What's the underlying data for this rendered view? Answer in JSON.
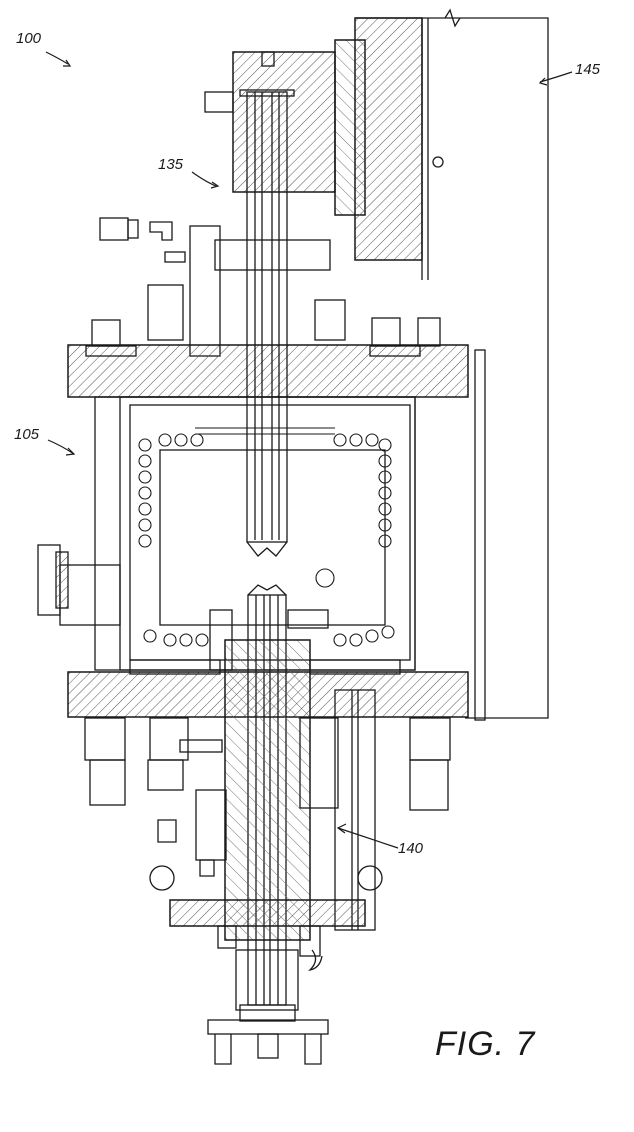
{
  "figure": {
    "caption": "FIG. 7",
    "refs": {
      "assembly": "100",
      "lower_assembly": "105",
      "upper_rod": "135",
      "lower_rod": "140",
      "frame": "145"
    }
  },
  "colors": {
    "ink": "#1a1a1a",
    "hatch": "#555555",
    "background": "#ffffff"
  }
}
